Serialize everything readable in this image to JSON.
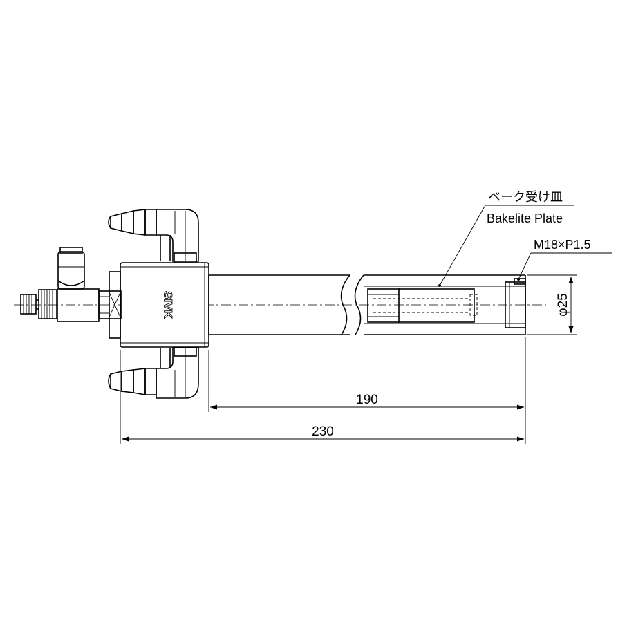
{
  "labels": {
    "part_name_ja": "ベーク受け皿",
    "part_name_en": "Bakelite Plate",
    "thread": "M18×P1.5",
    "diameter": "φ25"
  },
  "dimensions": {
    "short_length": "190",
    "total_length": "230"
  },
  "logo_text": "SIVK"
}
